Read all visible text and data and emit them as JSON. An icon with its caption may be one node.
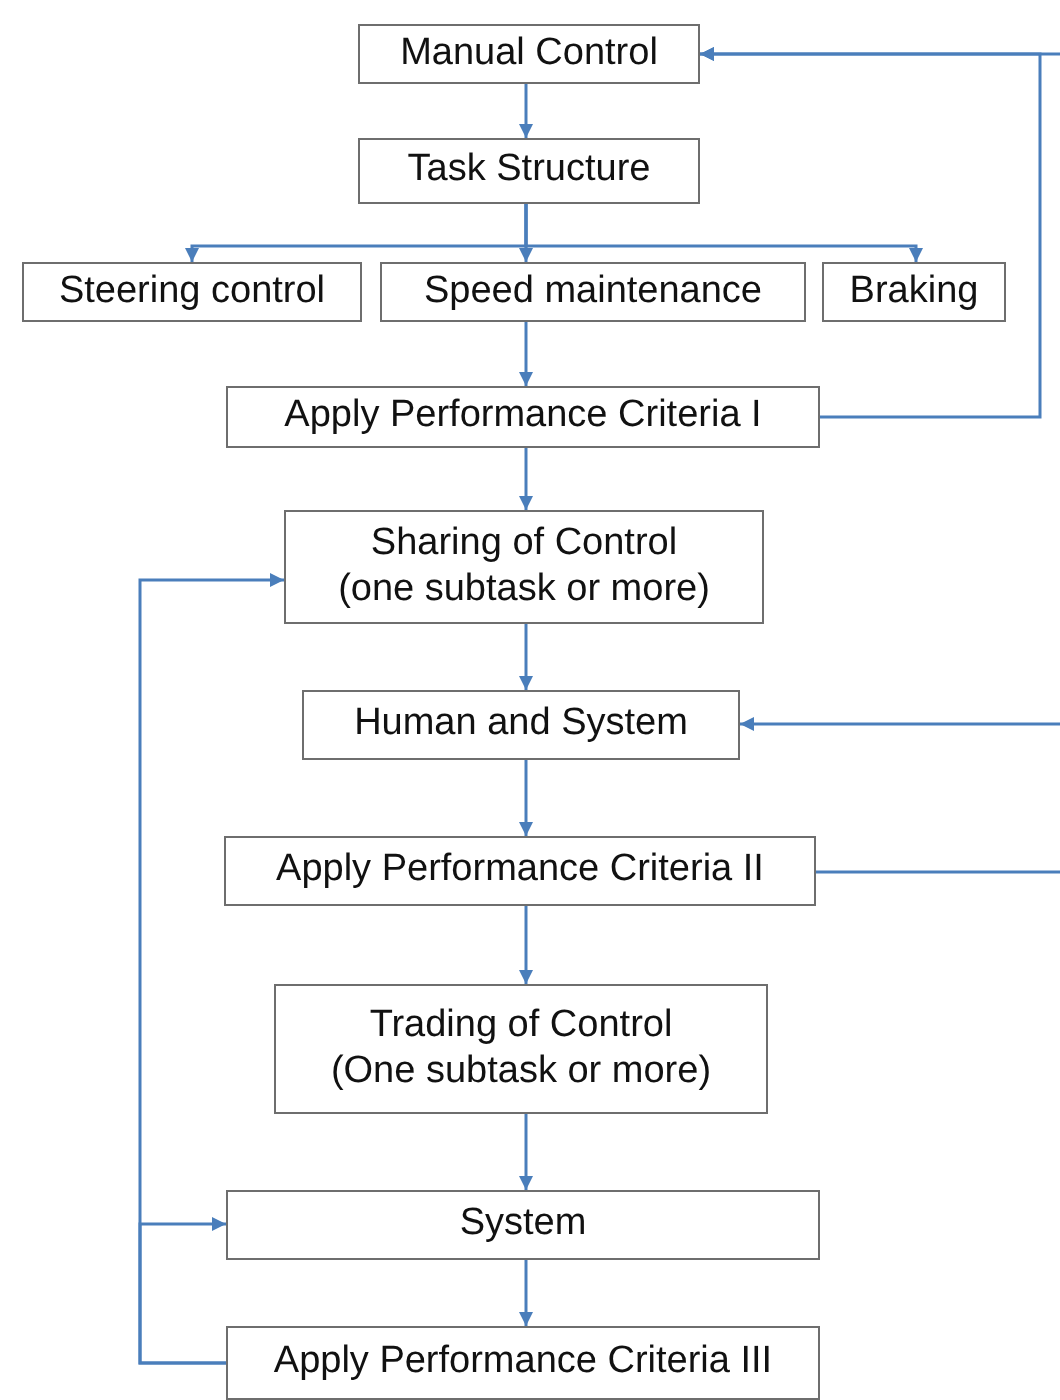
{
  "diagram": {
    "nodes": [
      {
        "text": [
          "Manual Control"
        ]
      },
      {
        "text": [
          "Task Structure"
        ]
      },
      {
        "text": [
          "Steering control"
        ]
      },
      {
        "text": [
          "Speed maintenance"
        ]
      },
      {
        "text": [
          "Braking"
        ]
      },
      {
        "text": [
          "Apply Performance Criteria I"
        ]
      },
      {
        "text": [
          "Sharing of Control (one subtask or more)"
        ]
      },
      {
        "text": [
          "Human and System"
        ]
      },
      {
        "text": [
          "Apply Performance Criteria II"
        ]
      },
      {
        "text": [
          "Trading of Control (One subtask or more)"
        ]
      },
      {
        "text": [
          "System"
        ]
      },
      {
        "text": [
          "Apply Performance Criteria III"
        ]
      }
    ],
    "edges": [
      {
        "from": 0,
        "to": 1,
        "arrow": "to"
      },
      {
        "from": 1,
        "to": 2,
        "arrow": "to"
      },
      {
        "from": 1,
        "to": 3,
        "arrow": "to"
      },
      {
        "from": 1,
        "to": 4,
        "arrow": "to"
      },
      {
        "from": 3,
        "to": 5,
        "arrow": "to"
      },
      {
        "from": 5,
        "to": 0,
        "arrow": "to"
      },
      {
        "from": null,
        "to": 0,
        "arrow": "to"
      },
      {
        "from": 5,
        "to": 6,
        "arrow": "to"
      },
      {
        "from": 6,
        "to": 7,
        "arrow": "to"
      },
      {
        "from": null,
        "to": 7,
        "arrow": "to"
      },
      {
        "from": 7,
        "to": 8,
        "arrow": "to"
      },
      {
        "from": 8,
        "to": null,
        "arrow": "none"
      },
      {
        "from": 8,
        "to": 9,
        "arrow": "to"
      },
      {
        "from": 9,
        "to": 10,
        "arrow": "to"
      },
      {
        "from": 10,
        "to": 11,
        "arrow": "to"
      },
      {
        "from": 11,
        "to": 6,
        "arrow": "to"
      },
      {
        "from": 11,
        "to": 10,
        "arrow": "to"
      }
    ]
  }
}
